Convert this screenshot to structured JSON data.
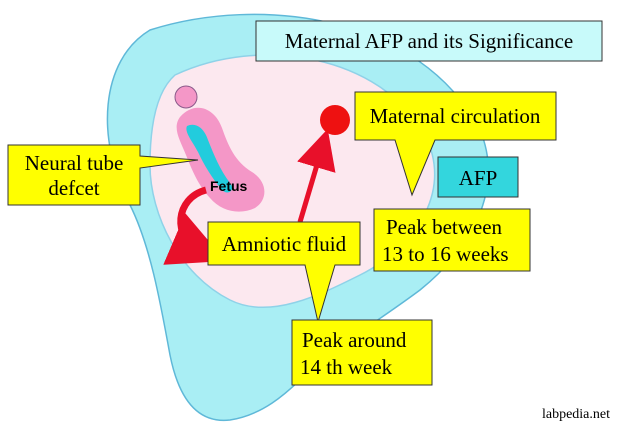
{
  "title": "Maternal AFP and its Significance",
  "labels": {
    "fetus": "Fetus",
    "neural_tube_line1": "Neural tube",
    "neural_tube_line2": "defcet",
    "maternal_circulation": "Maternal circulation",
    "afp": "AFP",
    "amniotic_fluid": "Amniotic fluid",
    "peak_between_line1": "Peak between",
    "peak_between_line2": "13 to 16 weeks",
    "peak_around_line1": "Peak around",
    "peak_around_line2": "14 th week",
    "watermark": "labpedia.net"
  },
  "colors": {
    "uterus": "#a9eef4",
    "amniotic_sac": "#fce8ef",
    "fetus": "#f497c7",
    "neural_tube": "#22ccdd",
    "callout": "#ffff00",
    "title_box": "#c8fafa",
    "afp_box": "#33d6dd",
    "arrow": "#e8102a",
    "circulation_dot": "#ee1111"
  }
}
